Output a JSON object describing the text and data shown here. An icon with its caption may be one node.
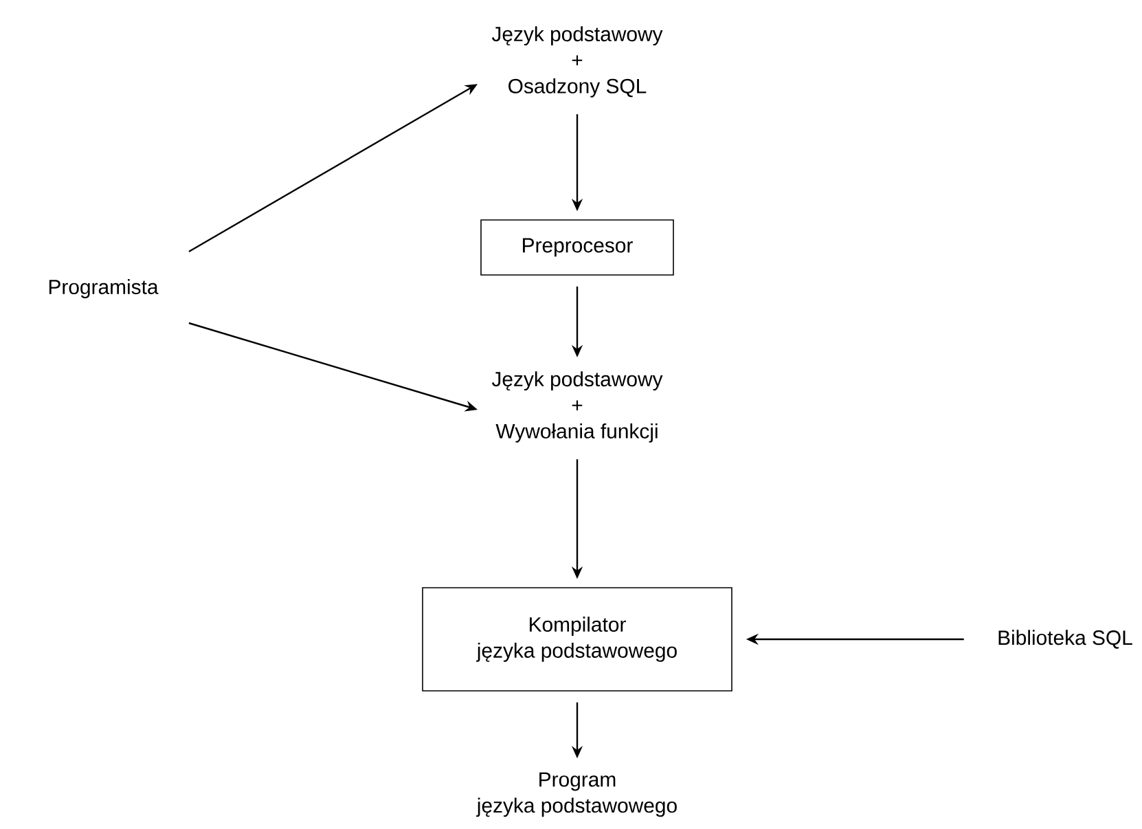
{
  "diagram": {
    "nodes": [
      {
        "text": [
          "Język podstawowy",
          "+",
          "Osadzony SQL"
        ]
      },
      {
        "text": [
          "Preprocesor"
        ]
      },
      {
        "text": [
          "Język podstawowy",
          "+",
          "Wywołania funkcji"
        ]
      },
      {
        "text": [
          "Kompilator",
          "języka podstawowego"
        ]
      },
      {
        "text": [
          "Programista"
        ]
      },
      {
        "text": [
          "Program",
          "języka podstawowego"
        ]
      },
      {
        "text": [
          "Biblioteka SQL"
        ]
      }
    ],
    "edges": [
      {
        "from": 4,
        "to": 0,
        "arrow": "to"
      },
      {
        "from": 4,
        "to": 2,
        "arrow": "to"
      },
      {
        "from": 0,
        "to": 1,
        "arrow": "to"
      },
      {
        "from": 1,
        "to": 2,
        "arrow": "to"
      },
      {
        "from": 2,
        "to": 3,
        "arrow": "to"
      },
      {
        "from": 6,
        "to": 3,
        "arrow": "to"
      },
      {
        "from": 3,
        "to": 5,
        "arrow": "to"
      }
    ]
  }
}
